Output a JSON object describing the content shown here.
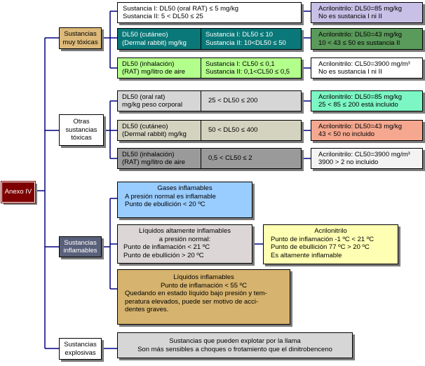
{
  "colors": {
    "root": "#7f0000",
    "cat1": "#ddb97a",
    "cat3": "#59607a",
    "line": "#000080"
  },
  "root": {
    "label": "Anexo IV"
  },
  "categories": {
    "muy_toxicas": {
      "lines": [
        "Sustancias",
        "muy tóxicas"
      ]
    },
    "otras_toxicas": {
      "lines": [
        "Otras",
        "sustancias",
        "tóxicas"
      ]
    },
    "inflamables": {
      "lines": [
        "Sustancias",
        "inflamables"
      ]
    },
    "explosivas": {
      "lines": [
        "Sustancias",
        "explosivas"
      ]
    }
  },
  "muy_toxicas": {
    "oral": {
      "lines": [
        "Sustancia I: DL50 (oral RAT) ≤ 5 mg/kg",
        "Sustancia II: 5 < DL50 ≤ 25"
      ]
    },
    "oral_result": {
      "lines": [
        "Acrilonitrilo: DL50=85 mg/kg",
        "No es sustancia I ni II"
      ]
    },
    "cutaneo": {
      "left": [
        "DL50 (cutáneo)",
        "(Dermal rabbit) mg/kg"
      ],
      "right": [
        "Sustancia I: DL50 ≤ 10",
        "Sustancia II: 10<DL50 ≤ 50"
      ]
    },
    "cutaneo_result": {
      "lines": [
        "Acrilonitrilo: DL50=43 mg/kg",
        "10 < 43 ≤ 50 es sustancia II"
      ]
    },
    "inhalacion": {
      "left": [
        "DL50 (inhalación)",
        "(RAT) mg/litro de aire"
      ],
      "right": [
        "Sustancia I: CL50 ≤ 0,1",
        "Sustancia II: 0,1<CL50 ≤ 0,5"
      ]
    },
    "inhalacion_result": {
      "lines": [
        "Acrilonitrilo: CL50=3900 mg/m³",
        "No es sustancia I ni II"
      ]
    }
  },
  "otras_toxicas": {
    "oral": {
      "left": [
        "DL50 (oral rat)",
        "mg/kg peso corporal"
      ],
      "right": "25 < DL50 ≤ 200"
    },
    "oral_result": {
      "lines": [
        "Acrilonitrilo: DL50=85 mg/kg",
        "25 < 85 ≤ 200 está incluido"
      ]
    },
    "cutaneo": {
      "left": [
        "DL50 (cutáneo)",
        "(Dermal rabbit) mg/kg"
      ],
      "right": "50 < DL50 ≤ 400"
    },
    "cutaneo_result": {
      "lines": [
        "Acrilonitrilo: DL50=43 mg/kg",
        "43 < 50 no incluido"
      ]
    },
    "inhalacion": {
      "left": [
        "DL50 (inhalación)",
        "(RAT) mg/litro de aire"
      ],
      "right": "0,5 < CL50 ≤ 2"
    },
    "inhalacion_result": {
      "lines": [
        "Acrilonitrilo: CL50=3900 mg/m³",
        "3900 > 2 no incluido"
      ]
    }
  },
  "inflamables": {
    "gases": {
      "title": "Gases inflamables",
      "lines": [
        "A presión normal es inflamable",
        "Punto de ebullición < 20 ºC"
      ]
    },
    "liquidos_alt": {
      "title_lines": [
        "Líquidos altamente inflamables",
        "a presión normal:"
      ],
      "lines": [
        "Punto de inflamación < 21 ºC",
        "Punto de ebullición > 20 ºC"
      ]
    },
    "acrilonitrilo": {
      "title": "Acrilonitrilo",
      "lines": [
        "Punto de inflamación -1 ºC < 21 ºC",
        "Punto de ebullición 77 ºC > 20 ºC",
        "Es altamente inflamable"
      ]
    },
    "liquidos": {
      "title_lines": [
        "Líquidos inflamables",
        "Punto de inflamación < 55 ºC"
      ],
      "lines": [
        "Quedando en estado líquido bajo presión y tem-",
        "peratura elevados, puede ser motivo de acci-",
        "dentes graves."
      ]
    }
  },
  "explosivas": {
    "lines": [
      "Sustancias que pueden explotar por la llama",
      "Son más sensibles a choques o frotamiento que el dinitrobenceno"
    ]
  }
}
